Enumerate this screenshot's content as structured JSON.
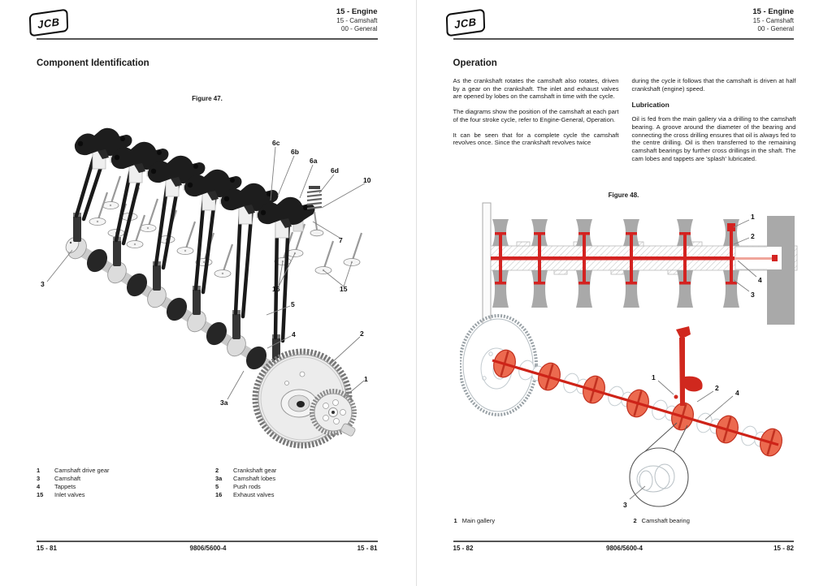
{
  "colors": {
    "accent_red": "#d42321",
    "bearing_block_gray": "#a9a9a9",
    "bearing_disc_fill": "#ec6a4f"
  },
  "left_page": {
    "header": {
      "logo": "JCB",
      "section": "15 - Engine",
      "subsection": "15 - Camshaft",
      "group": "00 - General"
    },
    "title": "Component Identification",
    "figure": {
      "caption": "Figure 47.",
      "callouts": [
        "6c",
        "6b",
        "6a",
        "6d",
        "10",
        "7",
        "16",
        "15",
        "5",
        "4",
        "3a",
        "2",
        "1",
        "3"
      ]
    },
    "legend": {
      "col1": [
        {
          "num": "1",
          "label": "Camshaft drive gear"
        },
        {
          "num": "3",
          "label": "Camshaft"
        },
        {
          "num": "4",
          "label": "Tappets"
        },
        {
          "num": "15",
          "label": "Inlet valves"
        }
      ],
      "col2": [
        {
          "num": "2",
          "label": "Crankshaft gear"
        },
        {
          "num": "3a",
          "label": "Camshaft lobes"
        },
        {
          "num": "5",
          "label": "Push rods"
        },
        {
          "num": "16",
          "label": "Exhaust valves"
        }
      ]
    },
    "footer": {
      "left": "15 - 81",
      "center": "9806/5600-4",
      "right": "15 - 81"
    }
  },
  "right_page": {
    "header": {
      "logo": "JCB",
      "section": "15 - Engine",
      "subsection": "15 - Camshaft",
      "group": "00 - General"
    },
    "title": "Operation",
    "col1_paragraphs": [
      "As the crankshaft rotates the camshaft also rotates, driven by a gear on the crankshaft. The inlet and exhaust valves are opened by lobes on the camshaft in time with the cycle.",
      "The diagrams show the position of the camshaft at each part of the four stroke cycle, refer to Engine-General, Operation.",
      "It can be seen that for a complete cycle the camshaft revolves once. Since the crankshaft revolves twice"
    ],
    "col2_intro": "during the cycle it follows that the camshaft is driven at half crankshaft (engine) speed.",
    "lubrication_heading": "Lubrication",
    "lubrication_text": "Oil is fed from the main gallery via a drilling to the camshaft bearing. A groove around the diameter of the bearing and connecting the cross drilling ensures that oil is always fed to the centre drilling. Oil is then transferred to the remaining camshaft bearings by further cross drillings in the shaft. The cam lobes and tappets are 'splash' lubricated.",
    "figure": {
      "caption": "Figure 48.",
      "top_callouts": [
        "1",
        "2",
        "4",
        "3"
      ],
      "bottom_callouts": [
        "1",
        "2",
        "4",
        "3"
      ],
      "legend": [
        {
          "num": "1",
          "label": "Main gallery"
        },
        {
          "num": "2",
          "label": "Camshaft bearing"
        }
      ]
    },
    "footer": {
      "left": "15 - 82",
      "center": "9806/5600-4",
      "right": "15 - 82"
    }
  }
}
